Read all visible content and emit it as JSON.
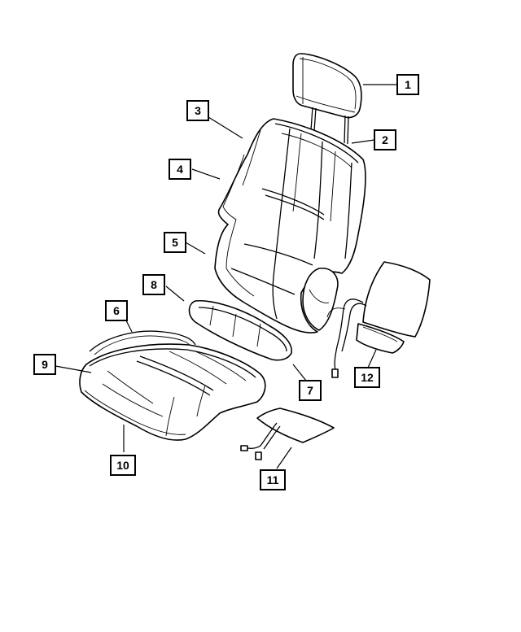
{
  "diagram": {
    "parts": [
      {
        "id": "headrest",
        "callout": "1"
      },
      {
        "id": "headrest-guide",
        "callout": "2"
      },
      {
        "id": "seat-back-cover",
        "callout": "3"
      },
      {
        "id": "seat-back-foam",
        "callout": "4"
      },
      {
        "id": "seat-back-trim",
        "callout": "5"
      },
      {
        "id": "cushion-frame-wire",
        "callout": "6"
      },
      {
        "id": "bolster-cover",
        "callout": "7"
      },
      {
        "id": "bolster-foam",
        "callout": "8"
      },
      {
        "id": "cushion-cover",
        "callout": "9"
      },
      {
        "id": "cushion-foam",
        "callout": "10"
      },
      {
        "id": "heater-pad-cushion",
        "callout": "11"
      },
      {
        "id": "heater-pad-back",
        "callout": "12"
      }
    ],
    "line_color": "#000000",
    "background": "#ffffff"
  }
}
